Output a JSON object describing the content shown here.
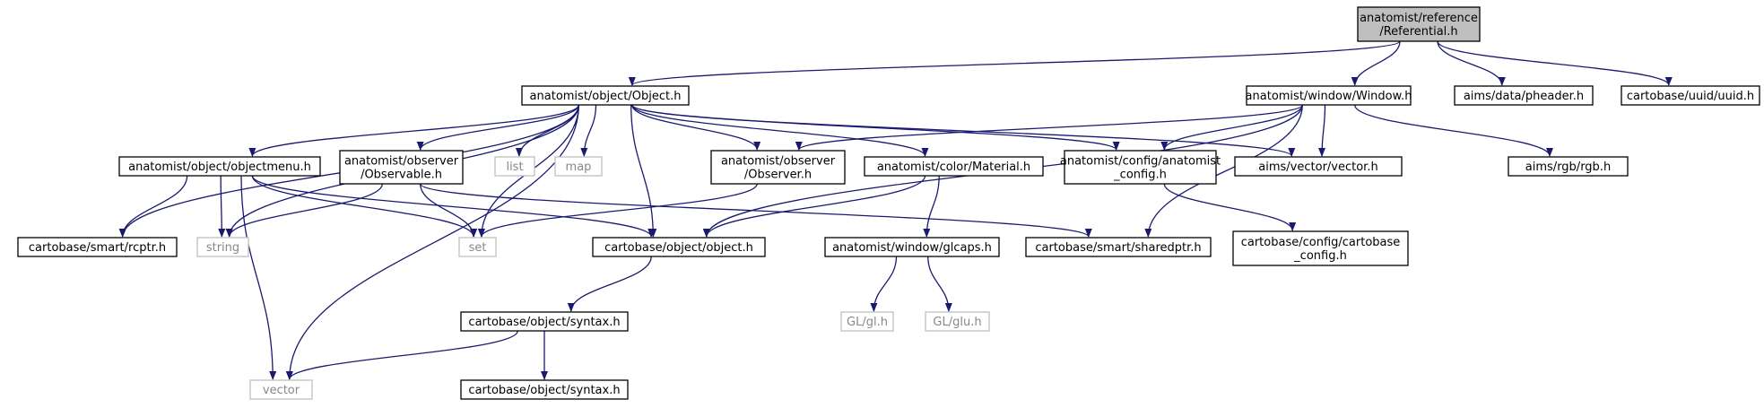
{
  "nodes": {
    "ref": {
      "lines": [
        "anatomist/reference",
        "/Referential.h"
      ],
      "kind": "root"
    },
    "object": {
      "lines": [
        "anatomist/object/Object.h"
      ],
      "kind": "internal"
    },
    "window": {
      "lines": [
        "anatomist/window/Window.h"
      ],
      "kind": "internal"
    },
    "pheader": {
      "lines": [
        "aims/data/pheader.h"
      ],
      "kind": "internal"
    },
    "uuid": {
      "lines": [
        "cartobase/uuid/uuid.h"
      ],
      "kind": "internal"
    },
    "objmenu": {
      "lines": [
        "anatomist/object/objectmenu.h"
      ],
      "kind": "internal"
    },
    "observable": {
      "lines": [
        "anatomist/observer",
        "/Observable.h"
      ],
      "kind": "internal"
    },
    "list": {
      "lines": [
        "list"
      ],
      "kind": "external"
    },
    "map": {
      "lines": [
        "map"
      ],
      "kind": "external"
    },
    "observer": {
      "lines": [
        "anatomist/observer",
        "/Observer.h"
      ],
      "kind": "internal"
    },
    "material": {
      "lines": [
        "anatomist/color/Material.h"
      ],
      "kind": "internal"
    },
    "anaconfig": {
      "lines": [
        "anatomist/config/anatomist",
        "_config.h"
      ],
      "kind": "internal"
    },
    "vectorh": {
      "lines": [
        "aims/vector/vector.h"
      ],
      "kind": "internal"
    },
    "rgb": {
      "lines": [
        "aims/rgb/rgb.h"
      ],
      "kind": "internal"
    },
    "rcptr": {
      "lines": [
        "cartobase/smart/rcptr.h"
      ],
      "kind": "internal"
    },
    "string": {
      "lines": [
        "string"
      ],
      "kind": "external"
    },
    "set": {
      "lines": [
        "set"
      ],
      "kind": "external"
    },
    "cbobject": {
      "lines": [
        "cartobase/object/object.h"
      ],
      "kind": "internal"
    },
    "glcaps": {
      "lines": [
        "anatomist/window/glcaps.h"
      ],
      "kind": "internal"
    },
    "sharedptr": {
      "lines": [
        "cartobase/smart/sharedptr.h"
      ],
      "kind": "internal"
    },
    "cbconfig": {
      "lines": [
        "cartobase/config/cartobase",
        "_config.h"
      ],
      "kind": "internal"
    },
    "syntax1": {
      "lines": [
        "cartobase/object/syntax.h"
      ],
      "kind": "internal"
    },
    "gl": {
      "lines": [
        "GL/gl.h"
      ],
      "kind": "external"
    },
    "glu": {
      "lines": [
        "GL/glu.h"
      ],
      "kind": "external"
    },
    "vector": {
      "lines": [
        "vector"
      ],
      "kind": "external"
    },
    "syntax2": {
      "lines": [
        "cartobase/object/syntax.h"
      ],
      "kind": "internal"
    }
  },
  "edges": [
    [
      "ref",
      "object"
    ],
    [
      "ref",
      "window"
    ],
    [
      "ref",
      "pheader"
    ],
    [
      "ref",
      "uuid"
    ],
    [
      "object",
      "objmenu"
    ],
    [
      "object",
      "observable"
    ],
    [
      "object",
      "list"
    ],
    [
      "object",
      "map"
    ],
    [
      "object",
      "observer"
    ],
    [
      "object",
      "material"
    ],
    [
      "object",
      "anaconfig"
    ],
    [
      "object",
      "vectorh"
    ],
    [
      "object",
      "rcptr"
    ],
    [
      "object",
      "string"
    ],
    [
      "object",
      "set"
    ],
    [
      "object",
      "cbobject"
    ],
    [
      "object",
      "vector"
    ],
    [
      "window",
      "observer"
    ],
    [
      "window",
      "anaconfig"
    ],
    [
      "window",
      "vectorh"
    ],
    [
      "window",
      "rgb"
    ],
    [
      "window",
      "cbobject"
    ],
    [
      "window",
      "sharedptr"
    ],
    [
      "objmenu",
      "rcptr"
    ],
    [
      "objmenu",
      "string"
    ],
    [
      "objmenu",
      "set"
    ],
    [
      "objmenu",
      "cbobject"
    ],
    [
      "objmenu",
      "vector"
    ],
    [
      "observable",
      "string"
    ],
    [
      "observable",
      "set"
    ],
    [
      "observable",
      "sharedptr"
    ],
    [
      "observer",
      "set"
    ],
    [
      "material",
      "cbobject"
    ],
    [
      "material",
      "glcaps"
    ],
    [
      "anaconfig",
      "cbconfig"
    ],
    [
      "cbobject",
      "syntax1"
    ],
    [
      "glcaps",
      "gl"
    ],
    [
      "glcaps",
      "glu"
    ],
    [
      "syntax1",
      "vector"
    ],
    [
      "syntax1",
      "syntax2"
    ]
  ]
}
